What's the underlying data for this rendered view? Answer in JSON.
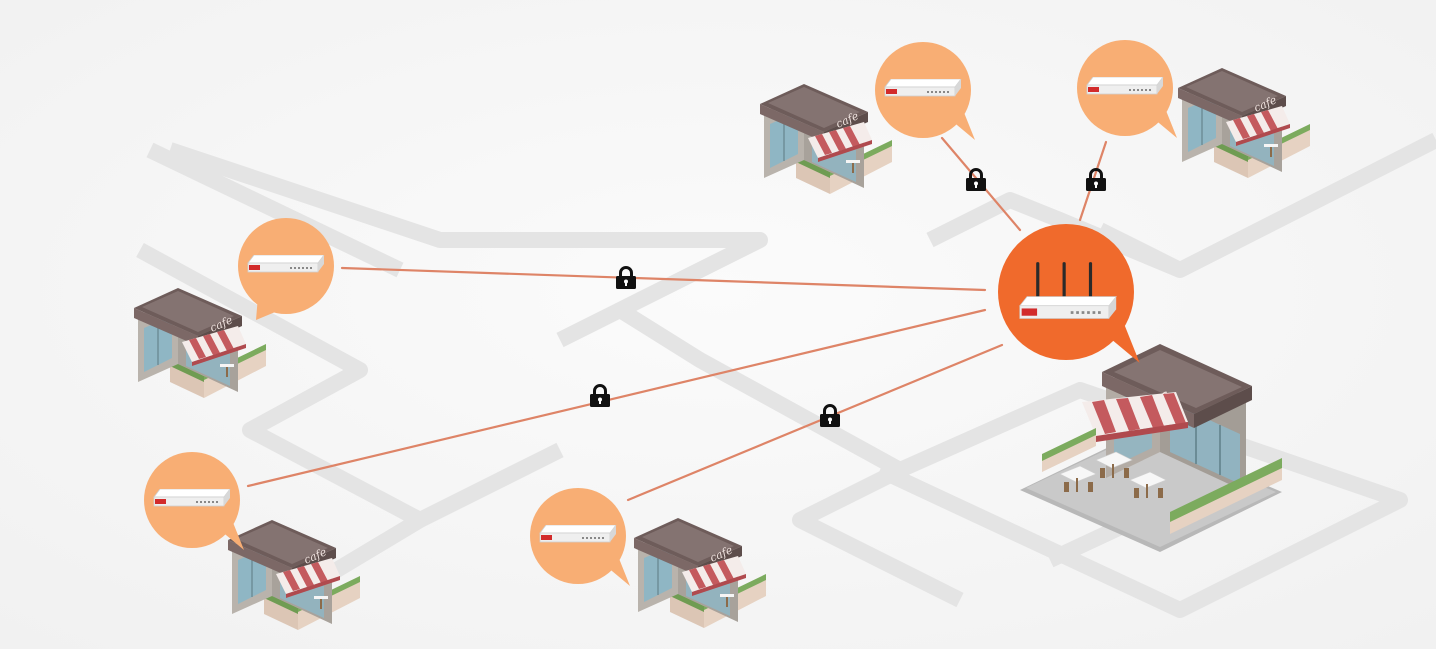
{
  "colors": {
    "background": "#f6f6f6",
    "road": "#e2e2e2",
    "link": "#de8467",
    "hub_bubble": "#f06a2c",
    "branch_bubble": "#f8ae74",
    "lock": "#111111",
    "roof": "#6e5c5a",
    "wall": "#b9b3ac",
    "glass": "#8fb6c4",
    "awning_red": "#c45a5e",
    "awning_white": "#f4ecea",
    "plant": "#7cab5e",
    "planter": "#e6d2c2",
    "device_body": "#f7f7f7",
    "device_accent": "#d22b2b"
  },
  "icons": {
    "lock": "padlock-icon",
    "hub_device": "firewall-router-icon",
    "branch_device": "branch-firewall-icon",
    "store": "cafe-building-icon"
  },
  "hub": {
    "store_sign": "cafe"
  },
  "branches": [
    {
      "id": "top-center",
      "store_sign": "cafe"
    },
    {
      "id": "top-right",
      "store_sign": "cafe"
    },
    {
      "id": "left",
      "store_sign": "cafe"
    },
    {
      "id": "bottom-left",
      "store_sign": "cafe"
    },
    {
      "id": "bottom-center",
      "store_sign": "cafe"
    }
  ]
}
